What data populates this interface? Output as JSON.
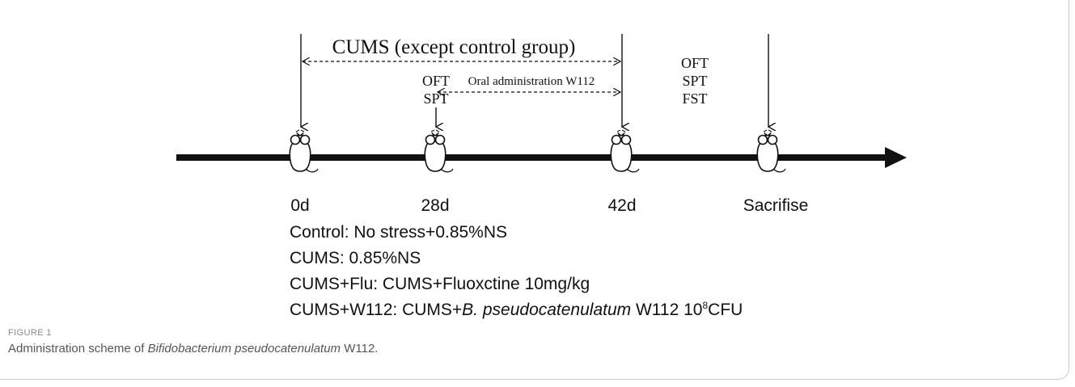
{
  "diagram": {
    "cums_label": "CUMS (except control group)",
    "oral_label": "Oral administration W112",
    "test_labels_28d": [
      "OFT",
      "SPT"
    ],
    "test_labels_42d": [
      "OFT",
      "SPT",
      "FST"
    ],
    "timepoints": [
      "0d",
      "28d",
      "42d",
      "Sacrifise"
    ]
  },
  "groups": [
    {
      "text": "Control: No stress+0.85%NS"
    },
    {
      "text": "CUMS: 0.85%NS"
    },
    {
      "text": "CUMS+Flu: CUMS+Fluoxctine 10mg/kg"
    },
    {
      "prefix": "CUMS+W112: CUMS+",
      "species": "B. pseudocatenulatum",
      "mid": " W112 10",
      "exp": "8",
      "unit": "CFU"
    }
  ],
  "figure": {
    "label": "FIGURE 1",
    "caption_prefix": "Administration scheme of ",
    "caption_species": "Bifidobacterium pseudocatenulatum",
    "caption_suffix": " W112."
  }
}
